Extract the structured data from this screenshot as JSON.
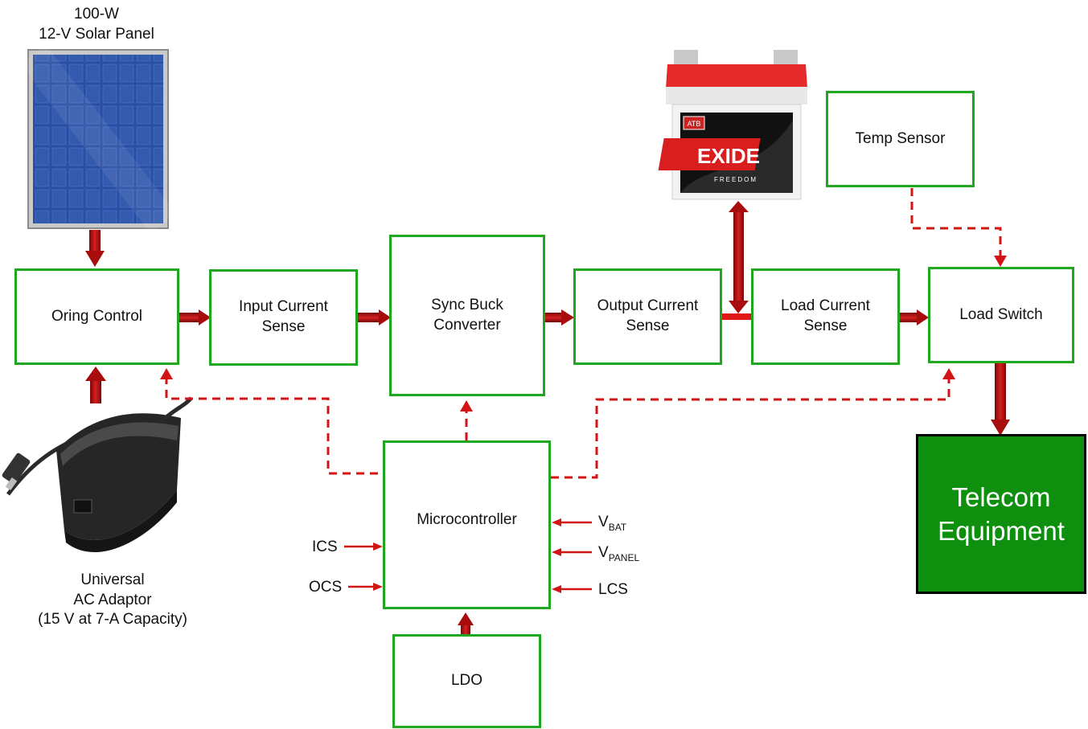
{
  "solar_panel": {
    "label_line1": "100-W",
    "label_line2": "12-V Solar Panel"
  },
  "adaptor": {
    "label_line1": "Universal",
    "label_line2": "AC Adaptor",
    "label_line3": "(15 V at 7-A Capacity)"
  },
  "battery": {
    "brand": "EXIDE",
    "sub_brand": "FREEDOM",
    "badge": "ATB"
  },
  "blocks": {
    "oring_control": "Oring Control",
    "input_current_sense_1": "Input Current",
    "input_current_sense_2": "Sense",
    "sync_buck_1": "Sync Buck",
    "sync_buck_2": "Converter",
    "output_current_sense_1": "Output Current",
    "output_current_sense_2": "Sense",
    "load_current_sense_1": "Load Current",
    "load_current_sense_2": "Sense",
    "load_switch": "Load Switch",
    "temp_sensor": "Temp Sensor",
    "microcontroller": "Microcontroller",
    "ldo": "LDO",
    "telecom_1": "Telecom",
    "telecom_2": "Equipment"
  },
  "signals": {
    "ics": "ICS",
    "ocs": "OCS",
    "vbat_main": "V",
    "vbat_sub": "BAT",
    "vpanel_main": "V",
    "vpanel_sub": "PANEL",
    "lcs": "LCS"
  },
  "colors": {
    "block_border": "#1fa81f",
    "power_arrow": "#a80c0c",
    "signal_line": "#d21414",
    "telecom_fill": "#0e8f0e"
  }
}
